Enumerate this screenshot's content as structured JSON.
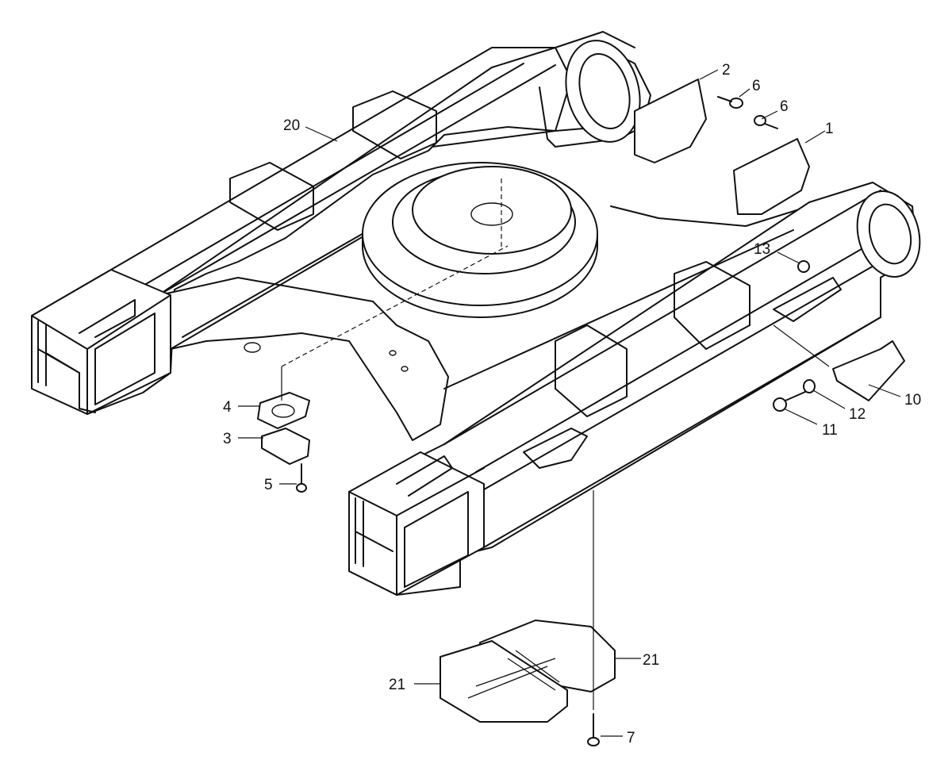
{
  "callouts": {
    "c1": "1",
    "c2": "2",
    "c3": "3",
    "c4": "4",
    "c5": "5",
    "c6a": "6",
    "c6b": "6",
    "c7": "7",
    "c10": "10",
    "c11": "11",
    "c12": "12",
    "c13": "13",
    "c20": "20",
    "c21a": "21",
    "c21b": "21"
  }
}
